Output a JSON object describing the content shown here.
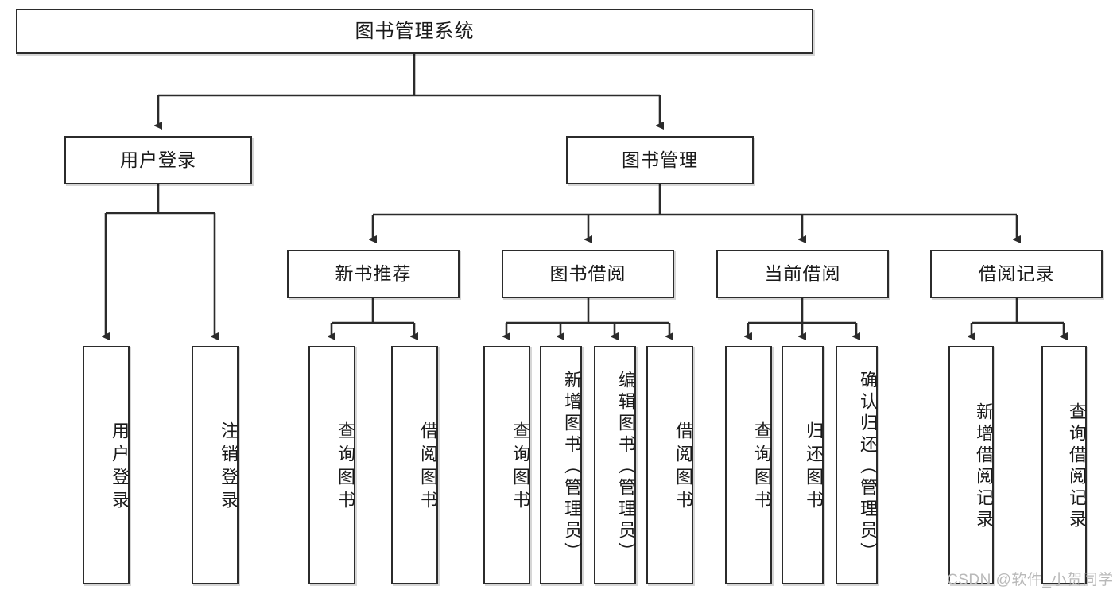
{
  "diagram": {
    "title": "图书管理系统",
    "type": "hierarchy-tree",
    "root": {
      "label": "图书管理系统"
    },
    "level1": [
      {
        "label": "用户登录"
      },
      {
        "label": "图书管理"
      }
    ],
    "level2": [
      {
        "label": "新书推荐"
      },
      {
        "label": "图书借阅"
      },
      {
        "label": "当前借阅"
      },
      {
        "label": "借阅记录"
      }
    ],
    "leaves": {
      "user_login": [
        {
          "label": "用户登录"
        },
        {
          "label": "注销登录"
        }
      ],
      "new_book_recommend": [
        {
          "label": "查询图书"
        },
        {
          "label": "借阅图书"
        }
      ],
      "book_borrow": [
        {
          "label": "查询图书"
        },
        {
          "label": "新增图书（管理员）"
        },
        {
          "label": "编辑图书（管理员）"
        },
        {
          "label": "借阅图书"
        }
      ],
      "current_borrow": [
        {
          "label": "查询图书"
        },
        {
          "label": "归还图书"
        },
        {
          "label": "确认归还（管理员）"
        }
      ],
      "borrow_record": [
        {
          "label": "新增借阅记录"
        },
        {
          "label": "查询借阅记录"
        }
      ]
    }
  },
  "watermark": {
    "text": "CSDN @软件_小贺同学"
  },
  "colors": {
    "stroke": "#2b2b2b",
    "box_fill": "#ffffff",
    "text": "#1a1a1a",
    "watermark": "#b9b9b9",
    "background": "#ffffff"
  }
}
